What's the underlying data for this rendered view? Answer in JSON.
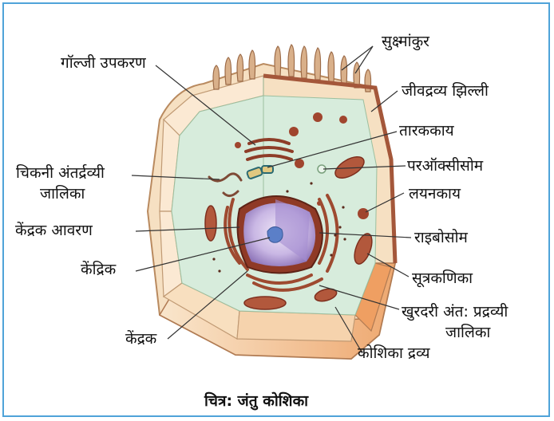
{
  "labels": {
    "microvilli": "सुक्ष्मांकुर",
    "golgi": "गॉल्जी उपकरण",
    "membrane": "जीवद्रव्य झिल्ली",
    "centrosome": "तारककाय",
    "smooth_er_1": "चिकनी अंतर्द्रव्यी",
    "smooth_er_2": "जालिका",
    "peroxisome": "परऑक्सीसोम",
    "lysosome": "लयनकाय",
    "nuclear_envelope": "केंद्रक आवरण",
    "ribosome": "राइबोसोम",
    "nucleolus": "केंद्रिक",
    "mitochondria": "सूत्रकणिका",
    "rough_er_1": "खुरदरी अंत: प्रद्रव्यी",
    "rough_er_2": "जालिका",
    "nucleus": "केंद्रक",
    "cytoplasm": "कोशिका द्रव्य"
  },
  "caption": "चित्र: जंतु कोशिका",
  "colors": {
    "frame": "#4fa3d9",
    "cytoplasm": "#d7ecdc",
    "cell_wall_outer": "#f7dfc0",
    "cell_wall_front": "#f0b57c",
    "nucleus": "#c9b7e4",
    "organelle": "#a0452e"
  }
}
